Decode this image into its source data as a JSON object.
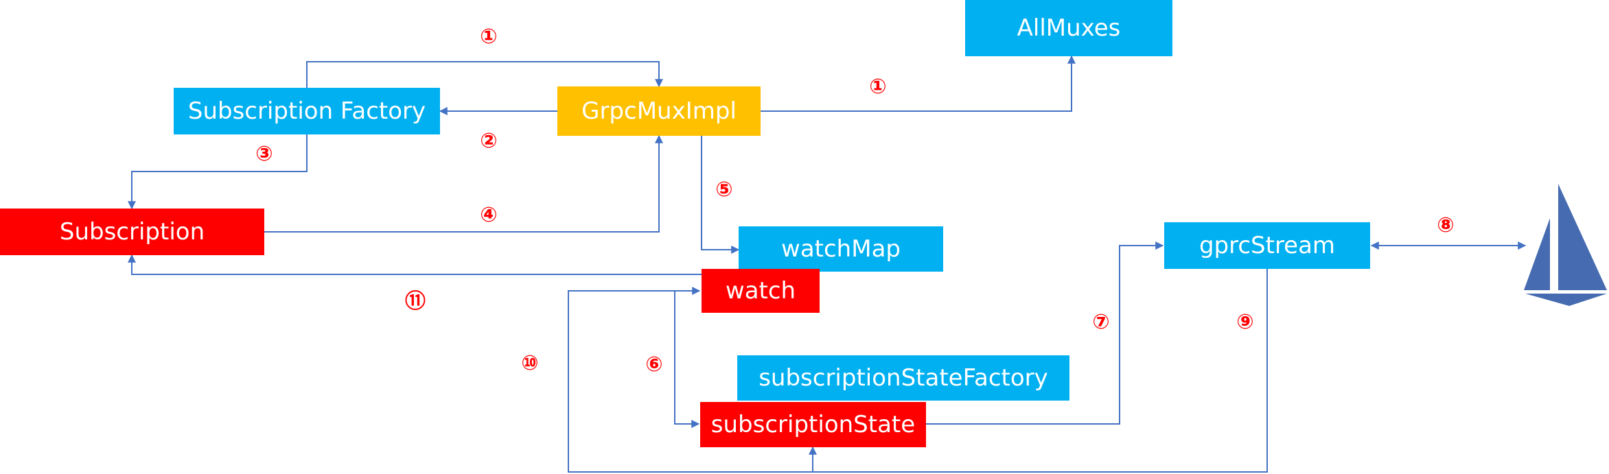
{
  "nodes": {
    "all_muxes": "AllMuxes",
    "subscription_factory": "Subscription Factory",
    "grpc_mux_impl": "GrpcMuxImpl",
    "subscription": "Subscription",
    "watch_map": "watchMap",
    "watch": "watch",
    "gprc_stream": "gprcStream",
    "subscription_state_factory": "subscriptionStateFactory",
    "subscription_state": "subscriptionState"
  },
  "steps": {
    "s1a": "①",
    "s1b": "①",
    "s2": "②",
    "s3": "③",
    "s4": "④",
    "s5": "⑤",
    "s6": "⑥",
    "s7": "⑦",
    "s8": "⑧",
    "s9": "⑨",
    "s10": "⑩",
    "s11": "⑪"
  },
  "colors": {
    "box_blue": "#00b0f0",
    "box_yellow": "#ffc000",
    "box_red": "#ff0000",
    "connector": "#4472c4",
    "step_label": "#ff0000"
  },
  "icons": {
    "sail": "istio-sail-logo-icon"
  }
}
